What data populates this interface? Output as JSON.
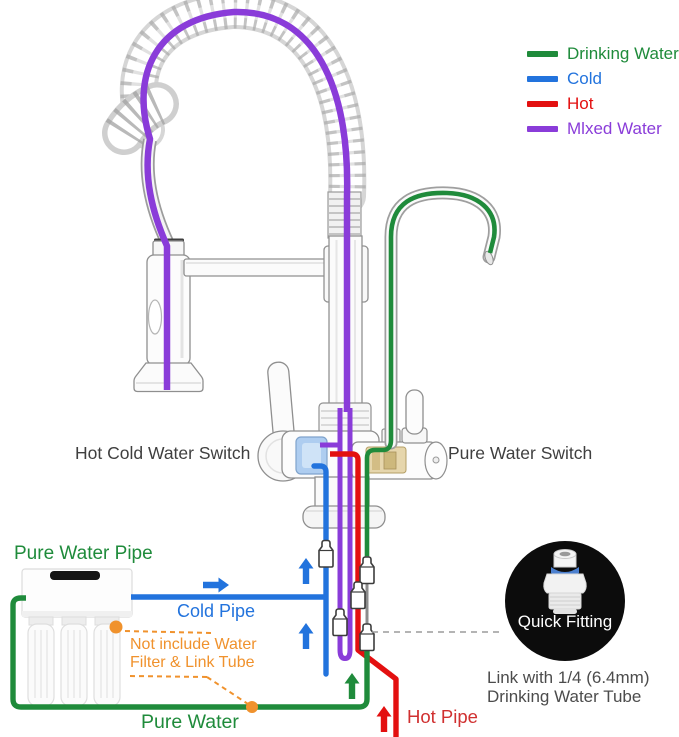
{
  "legend": {
    "items": [
      {
        "label": "Drinking Water",
        "color": "#1f8b3b"
      },
      {
        "label": "Cold",
        "color": "#2273dd"
      },
      {
        "label": "Hot",
        "color": "#e31010"
      },
      {
        "label": "Mlxed Water",
        "color": "#8a3cd9"
      }
    ]
  },
  "faucet": {
    "hot_cold_switch_label": "Hot Cold Water Switch",
    "pure_water_switch_label": "Pure Water Switch"
  },
  "plumbing": {
    "pure_water_pipe_label": "Pure Water Pipe",
    "cold_pipe_label": "Cold Pipe",
    "pure_water_label": "Pure Water",
    "hot_pipe_label": "Hot Pipe"
  },
  "note": {
    "line1": "Not include Water",
    "line2": "Filter & Link Tube",
    "color": "#f0922d"
  },
  "quick_fitting": {
    "badge_label": "Quick Fitting",
    "caption_line1": "Link with 1/4 (6.4mm)",
    "caption_line2": "Drinking Water Tube",
    "badge_background": "#0c0c0c"
  },
  "colors": {
    "drinking_water": "#1f8b3b",
    "cold": "#2273dd",
    "hot": "#e31010",
    "mixed_water": "#8a3cd9",
    "link_tube_gray": "#8c8c8c"
  }
}
